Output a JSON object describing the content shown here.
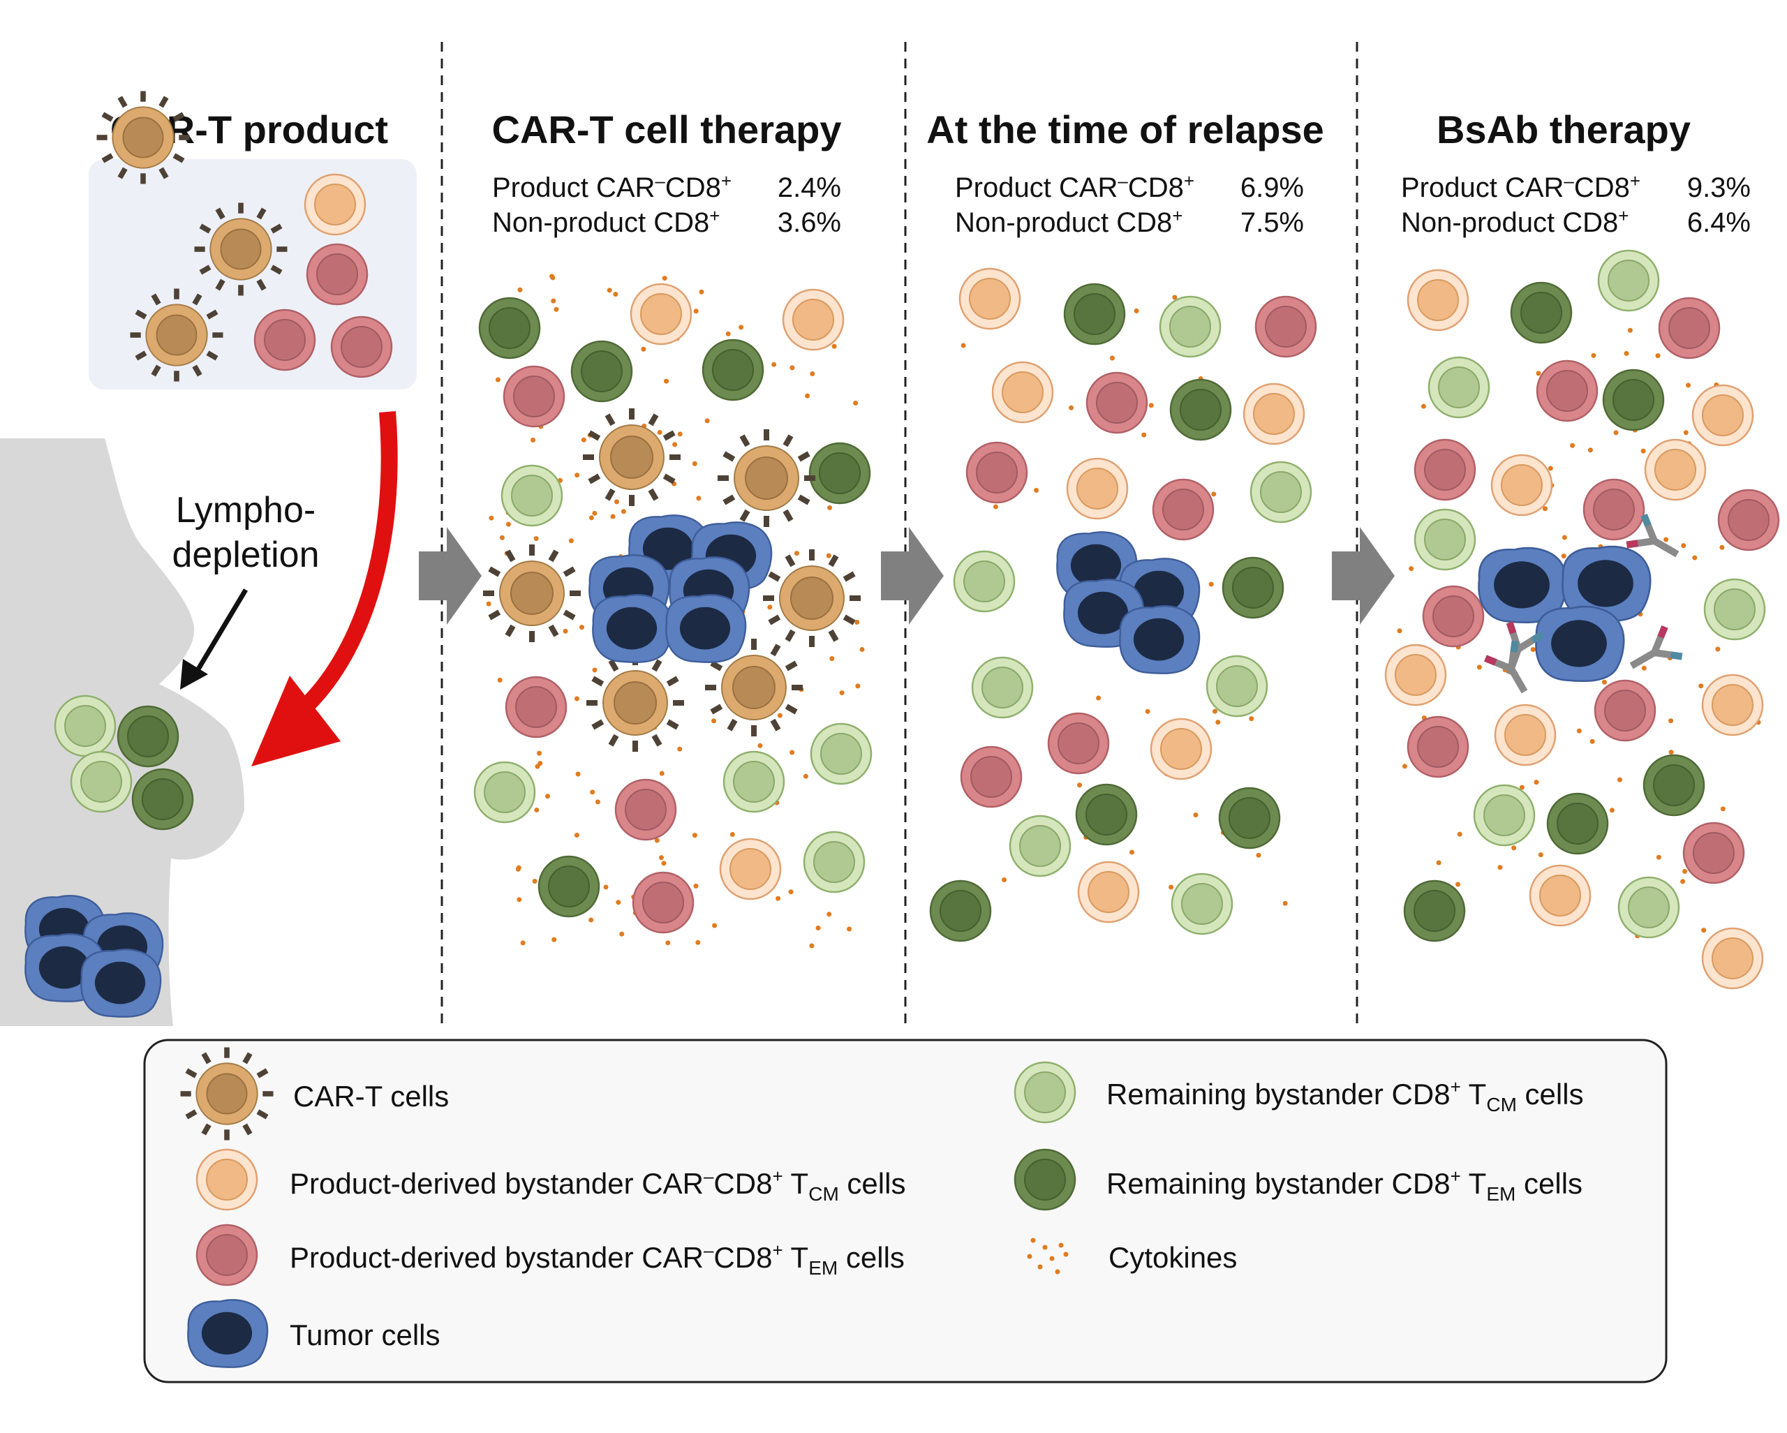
{
  "panels": [
    {
      "title": "CAR-T product"
    },
    {
      "title": "CAR-T cell therapy",
      "stats": [
        {
          "pre": "Product CAR",
          "sup1": "–",
          "mid": "CD8",
          "sup2": "+",
          "value": "2.4%"
        },
        {
          "pre": "Non-product CD8",
          "sup1": "",
          "mid": "",
          "sup2": "+",
          "value": "3.6%"
        }
      ]
    },
    {
      "title": "At the time of relapse",
      "stats": [
        {
          "pre": "Product CAR",
          "sup1": "–",
          "mid": "CD8",
          "sup2": "+",
          "value": "6.9%"
        },
        {
          "pre": "Non-product CD8",
          "sup1": "",
          "mid": "",
          "sup2": "+",
          "value": "7.5%"
        }
      ]
    },
    {
      "title": "BsAb therapy",
      "stats": [
        {
          "pre": "Product CAR",
          "sup1": "–",
          "mid": "CD8",
          "sup2": "+",
          "value": "9.3%"
        },
        {
          "pre": "Non-product CD8",
          "sup1": "",
          "mid": "",
          "sup2": "+",
          "value": "6.4%"
        }
      ]
    }
  ],
  "body_label": {
    "line1": "Lympho-",
    "line2": "depletion"
  },
  "legend": {
    "car_t": "CAR-T cells",
    "prod_tcm": {
      "pre": "Product-derived bystander CAR",
      "sup": "–",
      "mid": "CD8",
      "sup2": "+",
      "t": " T",
      "sub": "CM",
      "post": " cells"
    },
    "prod_tem": {
      "pre": "Product-derived bystander CAR",
      "sup": "–",
      "mid": "CD8",
      "sup2": "+",
      "t": " T",
      "sub": "EM",
      "post": " cells"
    },
    "tumor": "Tumor cells",
    "rem_tcm": {
      "pre": "Remaining bystander CD8",
      "sup": "+",
      "t": " T",
      "sub": "CM",
      "post": " cells"
    },
    "rem_tem": {
      "pre": "Remaining bystander CD8",
      "sup": "+",
      "t": " T",
      "sub": "EM",
      "post": " cells"
    },
    "cytokines": "Cytokines"
  },
  "colors": {
    "car_t_fill": "#dcaa6e",
    "car_t_nucleus": "#b88a56",
    "prod_tcm_fill": "#fde4cf",
    "prod_tcm_nucleus": "#f0b986",
    "prod_tem_fill": "#d8868a",
    "prod_tem_nucleus": "#bf6f74",
    "rem_tcm_fill": "#d5e6bd",
    "rem_tcm_nucleus": "#b0c891",
    "rem_tem_fill": "#6d8a50",
    "rem_tem_nucleus": "#58743f",
    "tumor_fill": "#5b7fbf",
    "tumor_nucleus": "#1c2a44",
    "cytokine": "#e07b1f",
    "arrow_red": "#e01010",
    "arrow_gray": "#808080",
    "body_gray": "#d8d8d8"
  }
}
